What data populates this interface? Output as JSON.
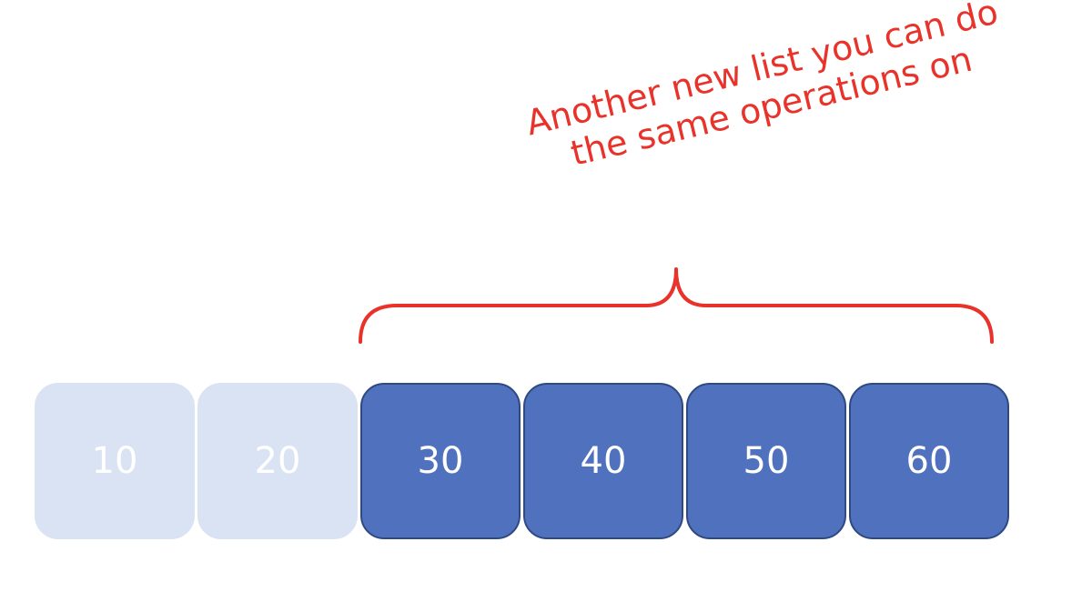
{
  "list": {
    "cells": [
      {
        "value": "10",
        "state": "faded"
      },
      {
        "value": "20",
        "state": "faded"
      },
      {
        "value": "30",
        "state": "active"
      },
      {
        "value": "40",
        "state": "active"
      },
      {
        "value": "50",
        "state": "active"
      },
      {
        "value": "60",
        "state": "active"
      }
    ]
  },
  "annotation": {
    "line1": "Another new list you can do",
    "line2": "the same operations on",
    "color": "#e8322a"
  },
  "colors": {
    "faded_fill": "#dae3f3",
    "active_fill": "#4f71be",
    "active_border": "#2f4a80",
    "text": "#ffffff"
  }
}
